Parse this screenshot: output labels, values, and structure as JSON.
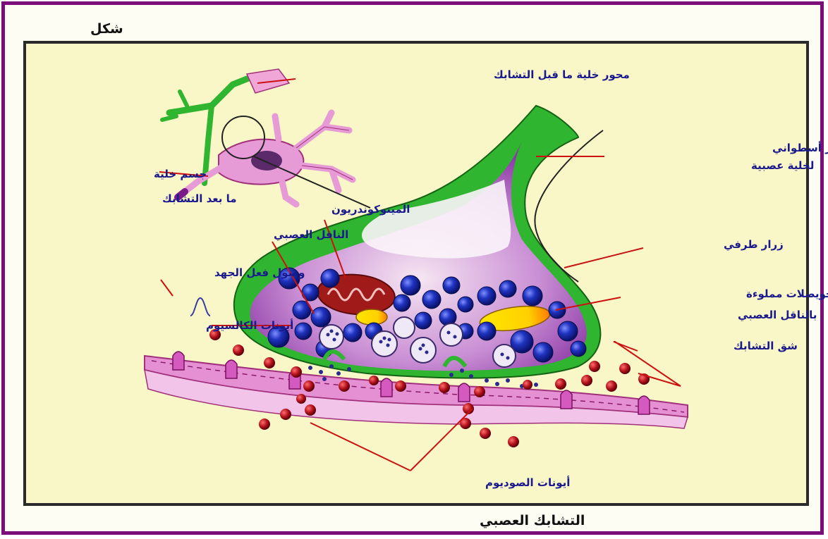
{
  "header": {
    "figure_label": "شكل"
  },
  "caption": "التشابك العصبي",
  "labels": {
    "presynaptic_axon": "محور خلية ما قبل التشابك",
    "axon_terminal_line1": "نهاية محور أسطواني",
    "axon_terminal_line2": "لخلية عصبية",
    "cell_body_line1": "جسم خلية",
    "cell_body_line2": "ما بعد التشابك",
    "mitochondrion": "الميتوكوندريون",
    "neurotransmitter": "الناقل العصبي",
    "terminal_button": "زرار طرفي",
    "action_potential": "وصول فعل الجهد",
    "vesicles_line1": "حويصلات مملوءة",
    "vesicles_line2": "بالناقل العصبي",
    "calcium_ions": "أيونات الكالسيوم",
    "synaptic_cleft": "شق التشابك",
    "sodium_ions": "أيونات الصوديوم"
  },
  "colors": {
    "frame": "#7a0f7a",
    "background": "#f9f6c8",
    "label_text": "#1a1a8c",
    "leader_line": "#cc1111",
    "terminal_green": "#2fb52f",
    "vesicle_blue": "#1a2fb0",
    "sodium_red": "#b0101a",
    "membrane_pink": "#e07ad0"
  }
}
